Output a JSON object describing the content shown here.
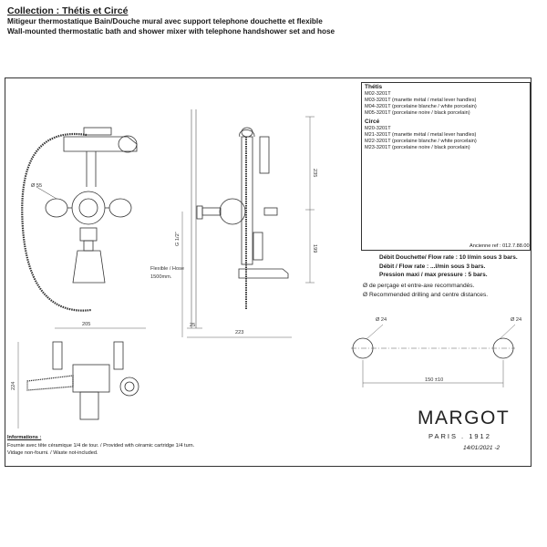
{
  "header": {
    "collection": "Collection : Thétis et Circé",
    "title_fr": "Mitigeur thermostatique Bain/Douche mural avec support telephone douchette et flexible",
    "title_en": "Wall-mounted thermostatic bath and shower mixer with telephone handshower set and hose"
  },
  "references": {
    "thetis_heading": "Thétis",
    "thetis_items": [
      "M02-3201T",
      "M03-3201T (manette métal / metal lever handles)",
      "M04-3201T (porcelaine blanche / white porcelain)",
      "M05-3201T (porcelaine noire / black porcelain)"
    ],
    "circe_heading": "Circé",
    "circe_items": [
      "M20-3201T",
      "M21-3201T (manette métal / metal lever handles)",
      "M22-3201T (porcelaine blanche / white porcelain)",
      "M23-3201T (porcelaine noire / black porcelain)"
    ],
    "old_ref": "Ancienne ref : 012.7.88.00"
  },
  "specs": [
    "Débit Douchette/ Flow rate : 10 l/min sous 3 bars.",
    "Débit / Flow rate : ...l/min sous 3 bars.",
    "Pression maxi / max pressure : 5 bars."
  ],
  "drilling": {
    "fr": "Ø de perçage et entre-axe recommandés.",
    "en": "Ø Recommended drilling and centre distances.",
    "d1": "Ø 24",
    "d2": "Ø 24",
    "spacing": "150 ±10"
  },
  "dimensions": {
    "handle_dia": "Ø 55",
    "hose_label_1": "Flexible / Hose",
    "hose_label_2": "1500mm.",
    "height_235": "235",
    "height_199": "199",
    "thread": "G 1/2\"",
    "depth_25": "25",
    "depth_223": "223",
    "width_205": "205",
    "height_224": "224"
  },
  "info": {
    "heading": "Informations :",
    "line1": "Fournie avec tête céramique 1/4 de tour. / Provided with céramic cartridge 1/4 turn.",
    "line2": "Vidage non-fourni. / Waste not-included."
  },
  "brand": {
    "name": "MARGOT",
    "sub": "PARIS . 1912",
    "date": "14/01/2021 -2"
  }
}
